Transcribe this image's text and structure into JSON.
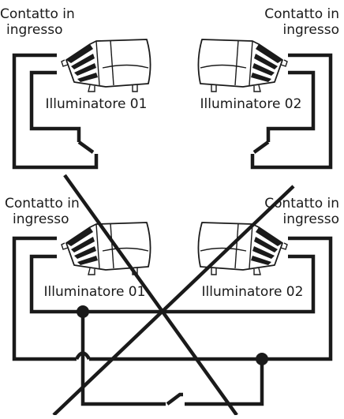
{
  "top": {
    "contact_left": [
      "Contatto in",
      "ingresso"
    ],
    "contact_right": [
      "Contatto in",
      "ingresso"
    ],
    "illuminator_left": "Illuminatore 01",
    "illuminator_right": "Illuminatore 02"
  },
  "bottom": {
    "contact_left": [
      "Contatto in",
      "ingresso"
    ],
    "contact_right": [
      "Contatto in",
      "ingresso"
    ],
    "illuminator_left": "Illuminatore 01",
    "illuminator_right": "Illuminatore 02"
  },
  "colors": {
    "line": "#1a1a1a",
    "background": "#ffffff"
  }
}
